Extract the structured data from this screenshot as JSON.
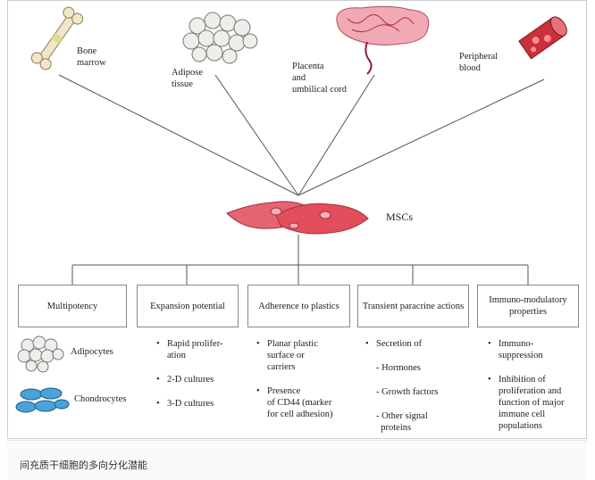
{
  "diagram": {
    "sources": [
      {
        "id": "bone",
        "label": "Bone\nmarrow"
      },
      {
        "id": "adipose",
        "label": "Adipose\ntissue"
      },
      {
        "id": "placenta",
        "label": "Placenta\nand\numbilical cord"
      },
      {
        "id": "blood",
        "label": "Peripheral\nblood"
      }
    ],
    "center_label": "MSCs",
    "boxes": [
      {
        "label": "Multipotency"
      },
      {
        "label": "Expansion potential"
      },
      {
        "label": "Adherence to plastics"
      },
      {
        "label": "Transient paracrine actions"
      },
      {
        "label": "Immuno-modulatory properties"
      }
    ],
    "multipotency_items": [
      "Adipocytes",
      "Chondrocytes"
    ],
    "expansion_items": [
      "Rapid prolifer-\nation",
      "2-D cultures",
      "3-D cultures"
    ],
    "adherence_items": [
      "Planar plastic\nsurface or\ncarriers",
      "Presence\nof CD44 (marker\nfor cell adhesion)"
    ],
    "paracrine_items": [
      {
        "text": "Secretion of",
        "kind": "bullet"
      },
      {
        "text": "- Hormones",
        "kind": "dash"
      },
      {
        "text": "- Growth factors",
        "kind": "dash"
      },
      {
        "text": "- Other signal\n  proteins",
        "kind": "dash"
      }
    ],
    "immuno_items": [
      "Immuno-\nsuppression",
      "Inhibition of\nproliferation and\nfunction of major\nimmune cell\npopulations"
    ],
    "colors": {
      "cell": "#e0505a",
      "cell_light": "#f4a3a8",
      "chondro": "#4aa3d8",
      "line": "#555555"
    }
  },
  "caption": "间充质干细胞的多向分化潜能"
}
